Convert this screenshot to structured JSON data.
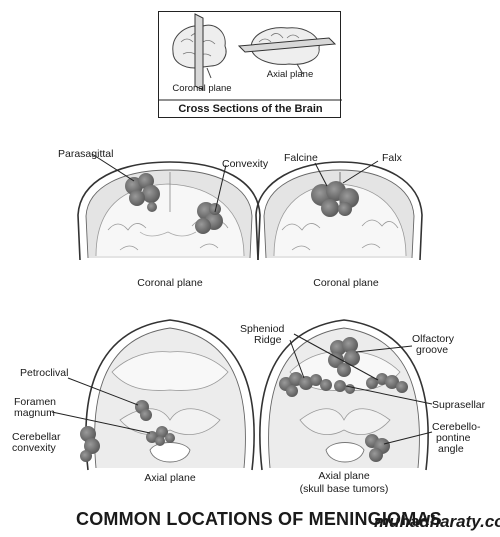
{
  "inset": {
    "coronal_label": "Coronal plane",
    "axial_label": "Axial plane",
    "caption": "Cross Sections of the Brain"
  },
  "panels": {
    "top_left": {
      "plane_label": "Coronal plane",
      "labels": {
        "parasagittal": "Parasagittal",
        "convexity": "Convexity"
      }
    },
    "top_right": {
      "plane_label": "Coronal plane",
      "labels": {
        "falcine": "Falcine",
        "falx": "Falx"
      }
    },
    "bottom_left": {
      "plane_label": "Axial plane",
      "labels": {
        "petroclival": "Petroclival",
        "foramen_line1": "Foramen",
        "foramen_line2": "magnum",
        "cerebellar_line1": "Cerebellar",
        "cerebellar_line2": "convexity"
      }
    },
    "bottom_right": {
      "plane_label": "Axial plane",
      "plane_sublabel": "(skull base tumors)",
      "labels": {
        "sphenoid_line1": "Spheniod",
        "sphenoid_line2": "Ridge",
        "olfactory_line1": "Olfactory",
        "olfactory_line2": "groove",
        "suprasellar": "Suprasellar",
        "cp_line1": "Cerebello-",
        "cp_line2": "pontine",
        "cp_line3": "angle"
      }
    }
  },
  "footer": {
    "title": "COMMON LOCATIONS OF MENINGIOMAS",
    "watermark": "muhadharaty.com"
  },
  "colors": {
    "tumor": "#7a7a7a",
    "line": "#2a2a2a",
    "tissue": "#d9d9d9"
  }
}
